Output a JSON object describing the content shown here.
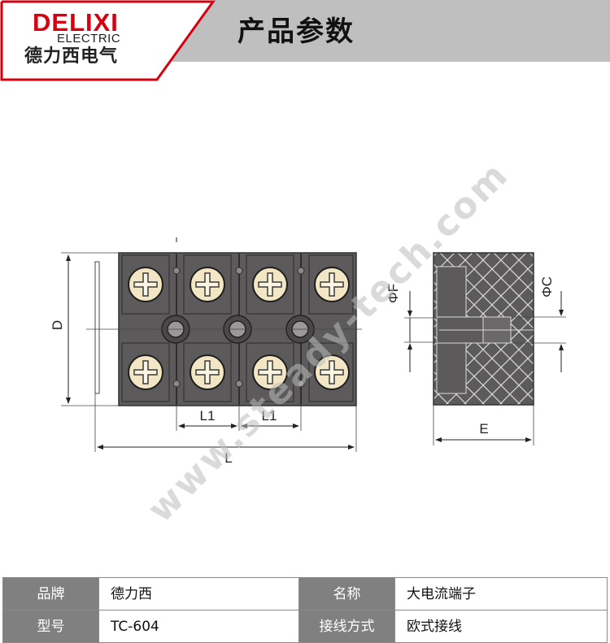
{
  "header": {
    "brand": "DELIXI",
    "brand_sub": "ELECTRIC",
    "brand_cn": "德力西电气",
    "title": "产品参数",
    "accent_color": "#d7000f",
    "bar_color": "#bfbfbf"
  },
  "drawing": {
    "dimension_labels": {
      "D": "D",
      "L": "L",
      "L1_left": "L1",
      "L1_right": "L1",
      "E": "E",
      "phiF": "ΦF",
      "phiC": "ΦC"
    },
    "body_color": "#5c5a5a",
    "screw_color": "#f3e6c4",
    "watermark": "www.steady-tech.com"
  },
  "specs": {
    "rows": [
      [
        "品牌",
        "德力西",
        "名称",
        "大电流端子"
      ],
      [
        "型号",
        "TC-604",
        "接线方式",
        "欧式接线"
      ]
    ]
  }
}
